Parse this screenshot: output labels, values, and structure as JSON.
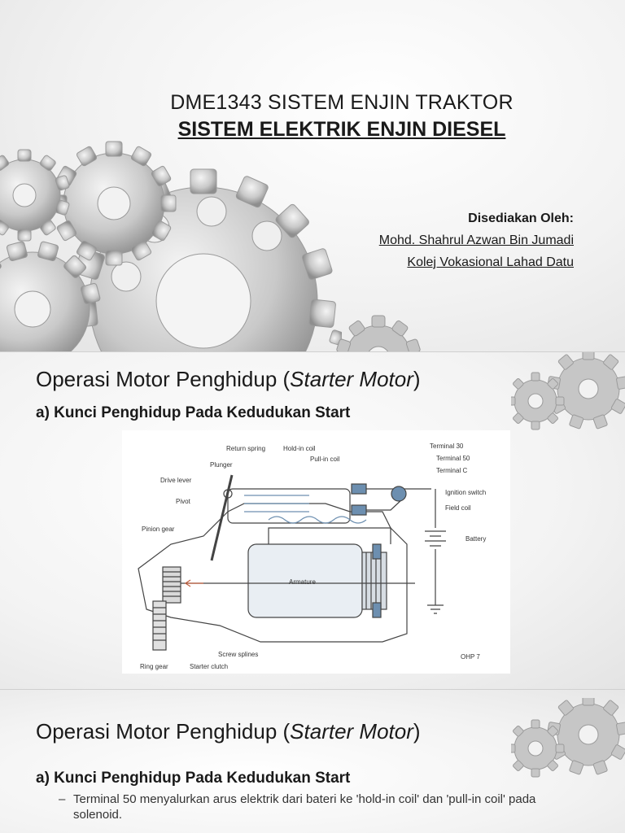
{
  "slide1": {
    "course_title": "DME1343 SISTEM ENJIN TRAKTOR",
    "subtitle": "SISTEM ELEKTRIK ENJIN DIESEL",
    "prepared_by_label": "Disediakan Oleh:",
    "author_name": "Mohd. Shahrul Azwan Bin Jumadi",
    "institution": "Kolej Vokasional Lahad Datu"
  },
  "slide2": {
    "heading_prefix": "Operasi Motor Penghidup (",
    "heading_italic": "Starter Motor",
    "heading_suffix": ")",
    "subheading": "a)  Kunci Penghidup Pada Kedudukan Start",
    "diagram_labels": {
      "return_spring": "Return spring",
      "hold_in_coil": "Hold-in coil",
      "pull_in_coil": "Pull-in coil",
      "plunger": "Plunger",
      "drive_lever": "Drive lever",
      "pivot": "Pivot",
      "pinion_gear": "Pinion gear",
      "terminal_30": "Terminal 30",
      "terminal_50": "Terminal 50",
      "terminal_c": "Terminal C",
      "ignition_switch": "Ignition switch",
      "field_coil": "Field coil",
      "battery": "Battery",
      "armature": "Armature",
      "screw_splines": "Screw splines",
      "ring_gear": "Ring gear",
      "starter_clutch": "Starter clutch",
      "ohp": "OHP 7"
    }
  },
  "slide3": {
    "heading_prefix": "Operasi Motor Penghidup (",
    "heading_italic": "Starter Motor",
    "heading_suffix": ")",
    "subheading": "a)  Kunci Penghidup Pada Kedudukan Start",
    "bullets": [
      {
        "dash": "–",
        "text": "Terminal 50 menyalurkan arus elektrik dari bateri ke 'hold-in coil' dan 'pull-in coil' pada solenoid."
      }
    ]
  },
  "colors": {
    "gear_light": "#d9d9d9",
    "gear_mid": "#b5b5b5",
    "gear_dark": "#8c8c8c",
    "text": "#1a1a1a",
    "diagram_blue": "#6d8fb0"
  }
}
